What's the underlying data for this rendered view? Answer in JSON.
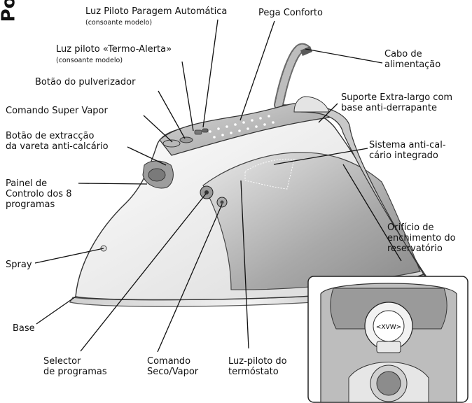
{
  "cut_text": "Po",
  "labels": {
    "luz_piloto_paragem": "Luz Piloto Paragem Automática",
    "luz_piloto_paragem_sub": "(consoante modelo)",
    "pega_conforto": "Pega Conforto",
    "luz_termo_alerta": "Luz piloto «Termo-Alerta»",
    "luz_termo_alerta_sub": "(consoante modelo)",
    "cabo_l1": "Cabo de",
    "cabo_l2": "alimentação",
    "botao_pulverizador": "Botão do pulverizador",
    "suporte_l1": "Suporte Extra-largo com",
    "suporte_l2": "base anti-derrapante",
    "comando_super_vapor": "Comando Super Vapor",
    "botao_extraccao_l1": "Botão de extracção",
    "botao_extraccao_l2": "da vareta anti-calcário",
    "sistema_l1": "Sistema anti-cal-",
    "sistema_l2": "cário integrado",
    "painel_l1": "Painel de",
    "painel_l2": "Controlo dos 8",
    "painel_l3": "programas",
    "orificio_l1": "Orifício de",
    "orificio_l2": "enchimento do",
    "orificio_l3": "reservatório",
    "spray": "Spray",
    "base": "Base",
    "selector_l1": "Selector",
    "selector_l2": "de programas",
    "comando_seco_l1": "Comando",
    "comando_seco_l2": "Seco/Vapor",
    "luz_termostato_l1": "Luz-piloto do",
    "luz_termostato_l2": "termóstato",
    "inset_marking": "<XVW>"
  }
}
